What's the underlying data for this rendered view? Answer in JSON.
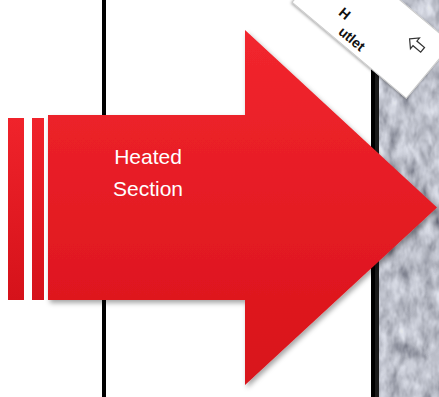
{
  "diagram": {
    "nodes": [
      {
        "text": [
          "Heated Section"
        ]
      },
      {
        "text": [
          "H",
          "utlet"
        ]
      }
    ]
  }
}
